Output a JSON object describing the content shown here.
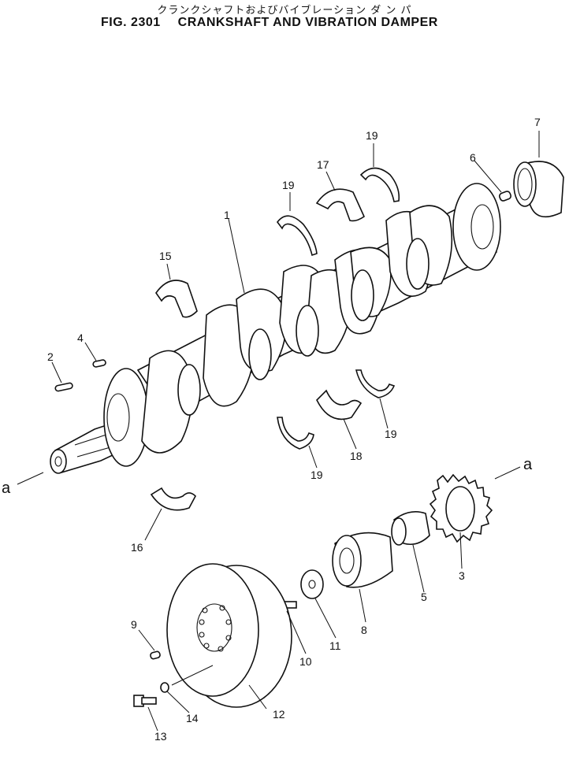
{
  "header": {
    "title_jp": "クランクシャフトおよびバイブレーション ダ ン パ",
    "figure_number": "FIG. 2301",
    "title_en": "CRANKSHAFT AND VIBRATION DAMPER"
  },
  "callouts": {
    "c1": "1",
    "c2": "2",
    "c3": "3",
    "c4": "4",
    "c5": "5",
    "c6": "6",
    "c7": "7",
    "c8": "8",
    "c9": "9",
    "c10": "10",
    "c11": "11",
    "c12": "12",
    "c13": "13",
    "c14": "14",
    "c15": "15",
    "c16": "16",
    "c17": "17",
    "c18": "18",
    "c19a": "19",
    "c19b": "19",
    "c19c": "19",
    "c19d": "19",
    "a_left": "a",
    "a_right": "a"
  }
}
